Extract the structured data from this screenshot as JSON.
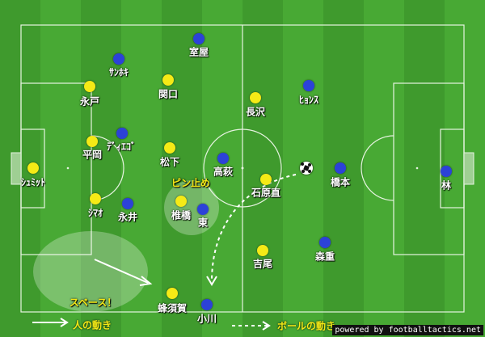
{
  "pitch": {
    "line_color": "#e6f3e0",
    "grass_dark": "#3f9a2d",
    "grass_light": "#48a934"
  },
  "team_colors": {
    "yellow": "#f5ea16",
    "blue": "#2c42d8"
  },
  "players": {
    "yellow": {
      "schmidt": "ｼｭﾐｯﾄ",
      "nagato": "永戸",
      "hiraoka": "平岡",
      "shimao": "ｼﾏｵ",
      "sekiguchi": "関口",
      "matsushita": "松下",
      "shiihashi": "椎橋",
      "hachisuka": "蜂須賀",
      "nagasawa": "長沢",
      "ishiharanao": "石原直",
      "yoshio": "吉尾"
    },
    "blue": {
      "muroya": "室屋",
      "sanuki": "ｻﾝﾎｷ",
      "diego": "ﾃﾞｨｴｺﾞ",
      "nagai": "永井",
      "takahagi": "高萩",
      "azuma": "東",
      "ogawa": "小川",
      "hyonsu": "ﾋｮﾝｽ",
      "hashimoto": "橋本",
      "morishige": "森重",
      "hayashi": "林"
    }
  },
  "annotations": {
    "pin_stop": "ピン止め",
    "space": "スペース！"
  },
  "legend": {
    "person_movement": "人の動き",
    "ball_movement": "ボールの動き"
  },
  "credit": "powered by footballtactics.net",
  "icons": {
    "ball": "soccer-ball-icon"
  }
}
